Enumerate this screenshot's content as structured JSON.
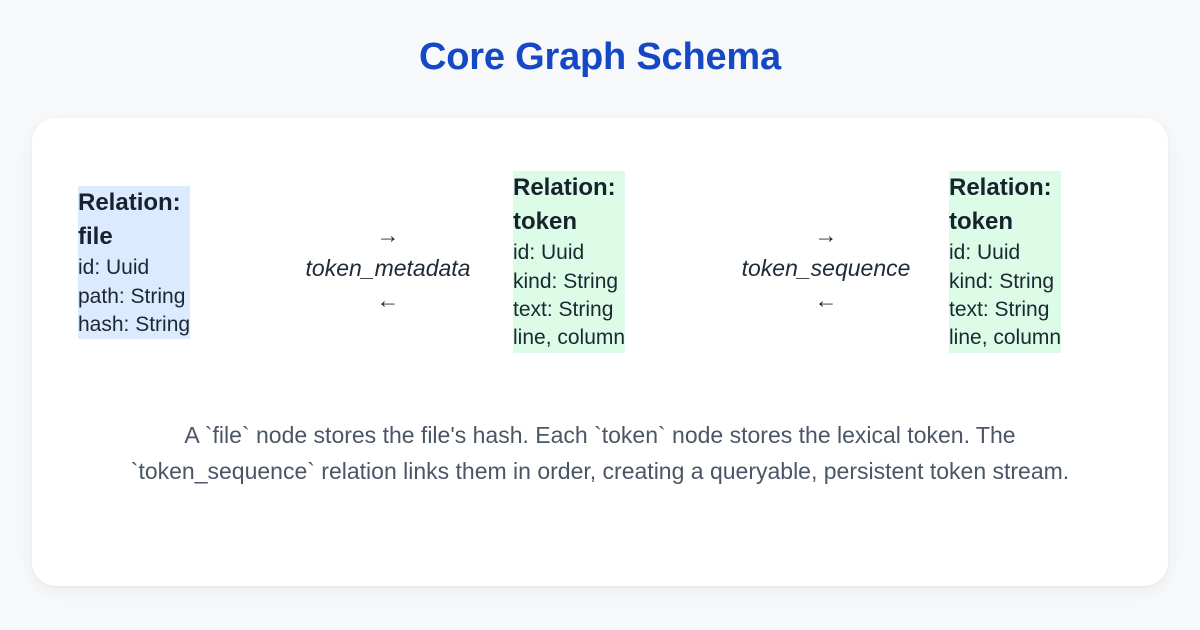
{
  "title": "Core Graph Schema",
  "colors": {
    "title": "#1548c4",
    "page_background": "#f7f9fb",
    "card_background": "#ffffff",
    "node_blue": "#dbeafe",
    "node_green": "#dcfce7",
    "node_text": "#16222e",
    "caption_text": "#4a5666"
  },
  "diagram": {
    "nodes": [
      {
        "id": "file",
        "title": "Relation: file",
        "color": "blue",
        "fields": [
          "id: Uuid",
          "path: String",
          "hash: String"
        ]
      },
      {
        "id": "token-1",
        "title": "Relation: token",
        "color": "green",
        "fields": [
          "id: Uuid",
          "kind: String",
          "text: String",
          "line, column"
        ]
      },
      {
        "id": "token-2",
        "title": "Relation: token",
        "color": "green",
        "fields": [
          "id: Uuid",
          "kind: String",
          "text: String",
          "line, column"
        ]
      }
    ],
    "edges": [
      {
        "id": "token-metadata",
        "label": "token_metadata",
        "arrow_forward": "→",
        "arrow_backward": "←"
      },
      {
        "id": "token-sequence",
        "label": "token_sequence",
        "arrow_forward": "→",
        "arrow_backward": "←"
      }
    ]
  },
  "caption": "A `file` node stores the file's hash. Each `token` node stores the lexical token. The `token_sequence` relation links them in order, creating a queryable, persistent token stream."
}
